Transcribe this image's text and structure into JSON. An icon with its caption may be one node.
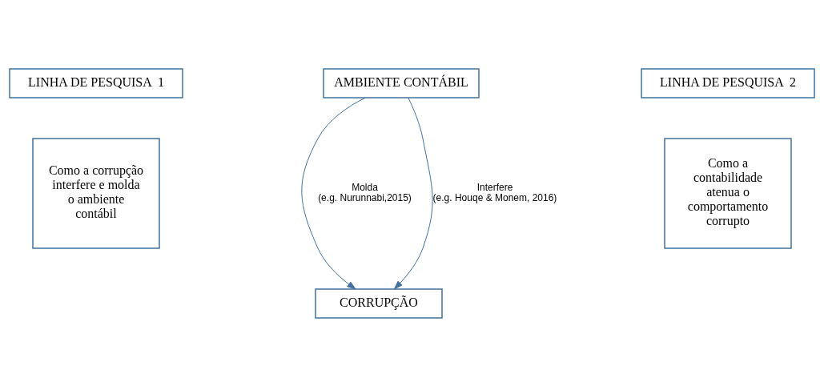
{
  "diagram": {
    "nodes": [
      {
        "text": [
          "LINHA DE PESQUISA  1"
        ]
      },
      {
        "text": [
          "AMBIENTE CONTÁBIL"
        ]
      },
      {
        "text": [
          "LINHA DE PESQUISA  2"
        ]
      },
      {
        "text": [
          "Como a corrupção interfere e molda o ambiente contábil"
        ]
      },
      {
        "text": [
          "Como a contabilidade atenua o comportamento corrupto"
        ]
      },
      {
        "text": [
          "CORRUPÇÃO"
        ]
      }
    ],
    "edges": [
      {
        "from": 1,
        "to": 5,
        "arrow": "to",
        "label": "Molda (e.g. Nurunnabi,2015)"
      },
      {
        "from": 1,
        "to": 5,
        "arrow": "to",
        "label": "Interfere (e.g. Houqe & Monem, 2016)"
      }
    ]
  }
}
